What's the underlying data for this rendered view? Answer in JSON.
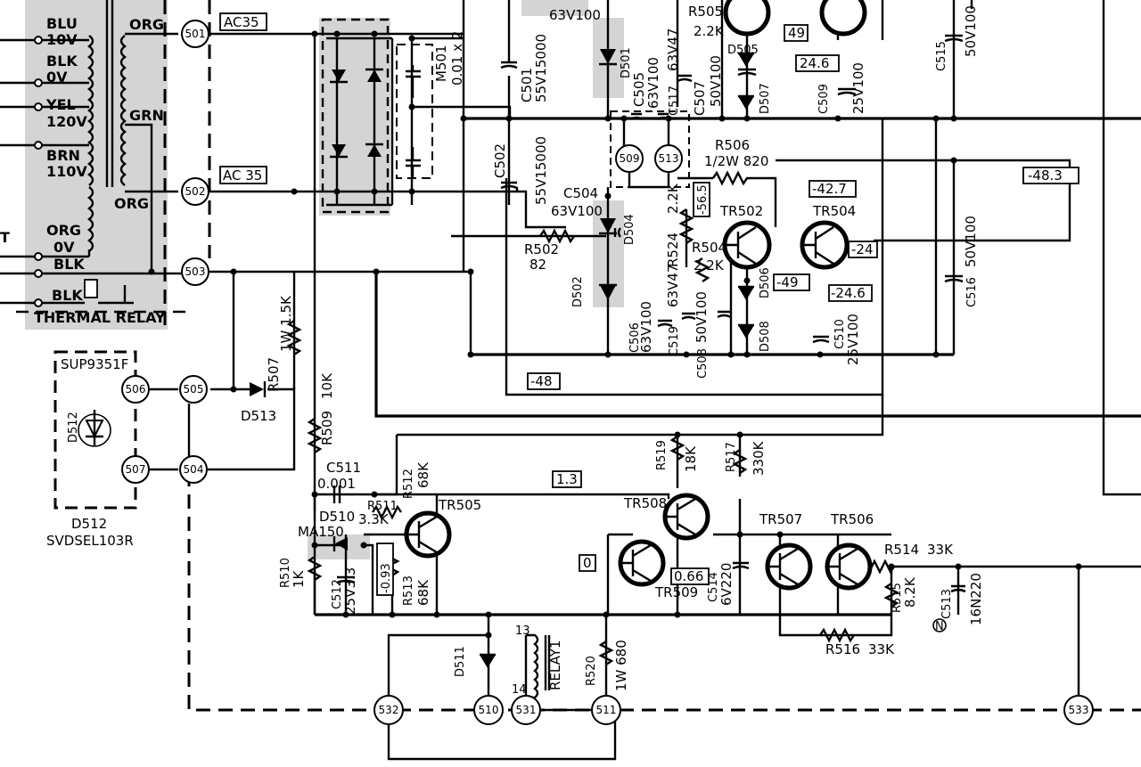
{
  "transformer": {
    "left_taps": [
      {
        "color": "BLU",
        "volt": "10V"
      },
      {
        "color": "BLK",
        "volt": "0V"
      },
      {
        "color": "YEL",
        "volt": "120V"
      },
      {
        "color": "BRN",
        "volt": "110V"
      },
      {
        "color": "ORG",
        "volt": "0V"
      }
    ],
    "blk_top": "BLK",
    "blk_bottom": "BLK",
    "right_top": "ORG",
    "right_mid": "GRN",
    "right_bottom": "ORG",
    "thermal_relay": "THERMAL RELAY",
    "edge_letter": "T"
  },
  "nodes": {
    "n501": "501",
    "n502": "502",
    "n503": "503",
    "n504": "504",
    "n505": "505",
    "n506": "506",
    "n507": "507",
    "n509": "509",
    "n510": "510",
    "n511": "511",
    "n513": "513",
    "n531": "531",
    "n532": "532",
    "n533": "533"
  },
  "voltage_boxes": {
    "ac35_top": "AC35",
    "ac35_mid": "AC 35",
    "v49_top": "49",
    "v246_top": "24.6",
    "v427": "-42.7",
    "v483": "-48.3",
    "v565": "-56.5",
    "v24": "-24",
    "v49": "-49",
    "v246": "-24.6",
    "v48": "-48",
    "v13": "1.3",
    "v0": "0",
    "v093": "-0.93",
    "v066": "0.66"
  },
  "labels": {
    "c501": "C501",
    "c501v": "55V15000",
    "c502": "C502",
    "c502v": "55V15000",
    "v63v100_top": "63V100",
    "d501": "D501",
    "m501": "M501",
    "m501v": "0.01 x 2",
    "c505": "C505",
    "c505v": "63V100",
    "c517": "C517",
    "c507": "C507",
    "c507v": "50V100",
    "v63v47_top": "63V47",
    "r505": "R505",
    "r505v": "2.2K",
    "d505": "D505",
    "d507": "D507",
    "c509": "C509",
    "c509v": "25V100",
    "c515": "C515",
    "c515v": "50V100",
    "r506": "R506",
    "r506v": "1/2W 820",
    "c504": "C504",
    "c504v": "63V100",
    "d504": "D504",
    "r502": "R502",
    "r502v": "82",
    "d502": "D502",
    "c506": "C506",
    "c506v": "63V100",
    "c519": "C519",
    "c519v": "63V47",
    "r524": "R524",
    "r524v": "2.2K",
    "r504": "R504",
    "r504v": "2.2K",
    "d506": "D506",
    "d508": "D508",
    "c508": "C508",
    "c508v": "50V100",
    "tr502": "TR502",
    "tr504": "TR504",
    "c510": "C510",
    "c510v": "25V100",
    "c516": "C516",
    "c516v": "50V100",
    "sup": "SUP9351F",
    "d512": "D512",
    "d512_name": "D512",
    "d512_part": "SVDSEL103R",
    "r507": "R507",
    "r507v": "1W 1.5K",
    "d513": "D513",
    "r509": "R509",
    "r509v": "10K",
    "c511": "C511",
    "c511v": "0.001",
    "d510": "D510",
    "ma150": "MA150",
    "r511": "R511",
    "r511v": "3.3K",
    "r512": "R512",
    "r512v": "68K",
    "tr505": "TR505",
    "r510": "R510",
    "r510v": "1K",
    "c512": "C512",
    "c512v": "25V3.3",
    "r513": "R513",
    "r513v": "68K",
    "r519": "R519",
    "r519v": "18K",
    "r517": "R517",
    "r517v": "330K",
    "tr508": "TR508",
    "tr509": "TR509",
    "c514": "C514",
    "c514v": "6V220",
    "tr507": "TR507",
    "tr506": "TR506",
    "r514": "R514",
    "r514v": "33K",
    "r515": "R515",
    "r515v": "8.2K",
    "c513": "C513",
    "c513v": "16N220",
    "r516": "R516",
    "r516v": "33K",
    "d511": "D511",
    "relay": "RELAY1",
    "relay_p13": "13",
    "relay_p14": "14",
    "r520": "R520",
    "r520v": "1W 680",
    "n_mark": "N"
  }
}
